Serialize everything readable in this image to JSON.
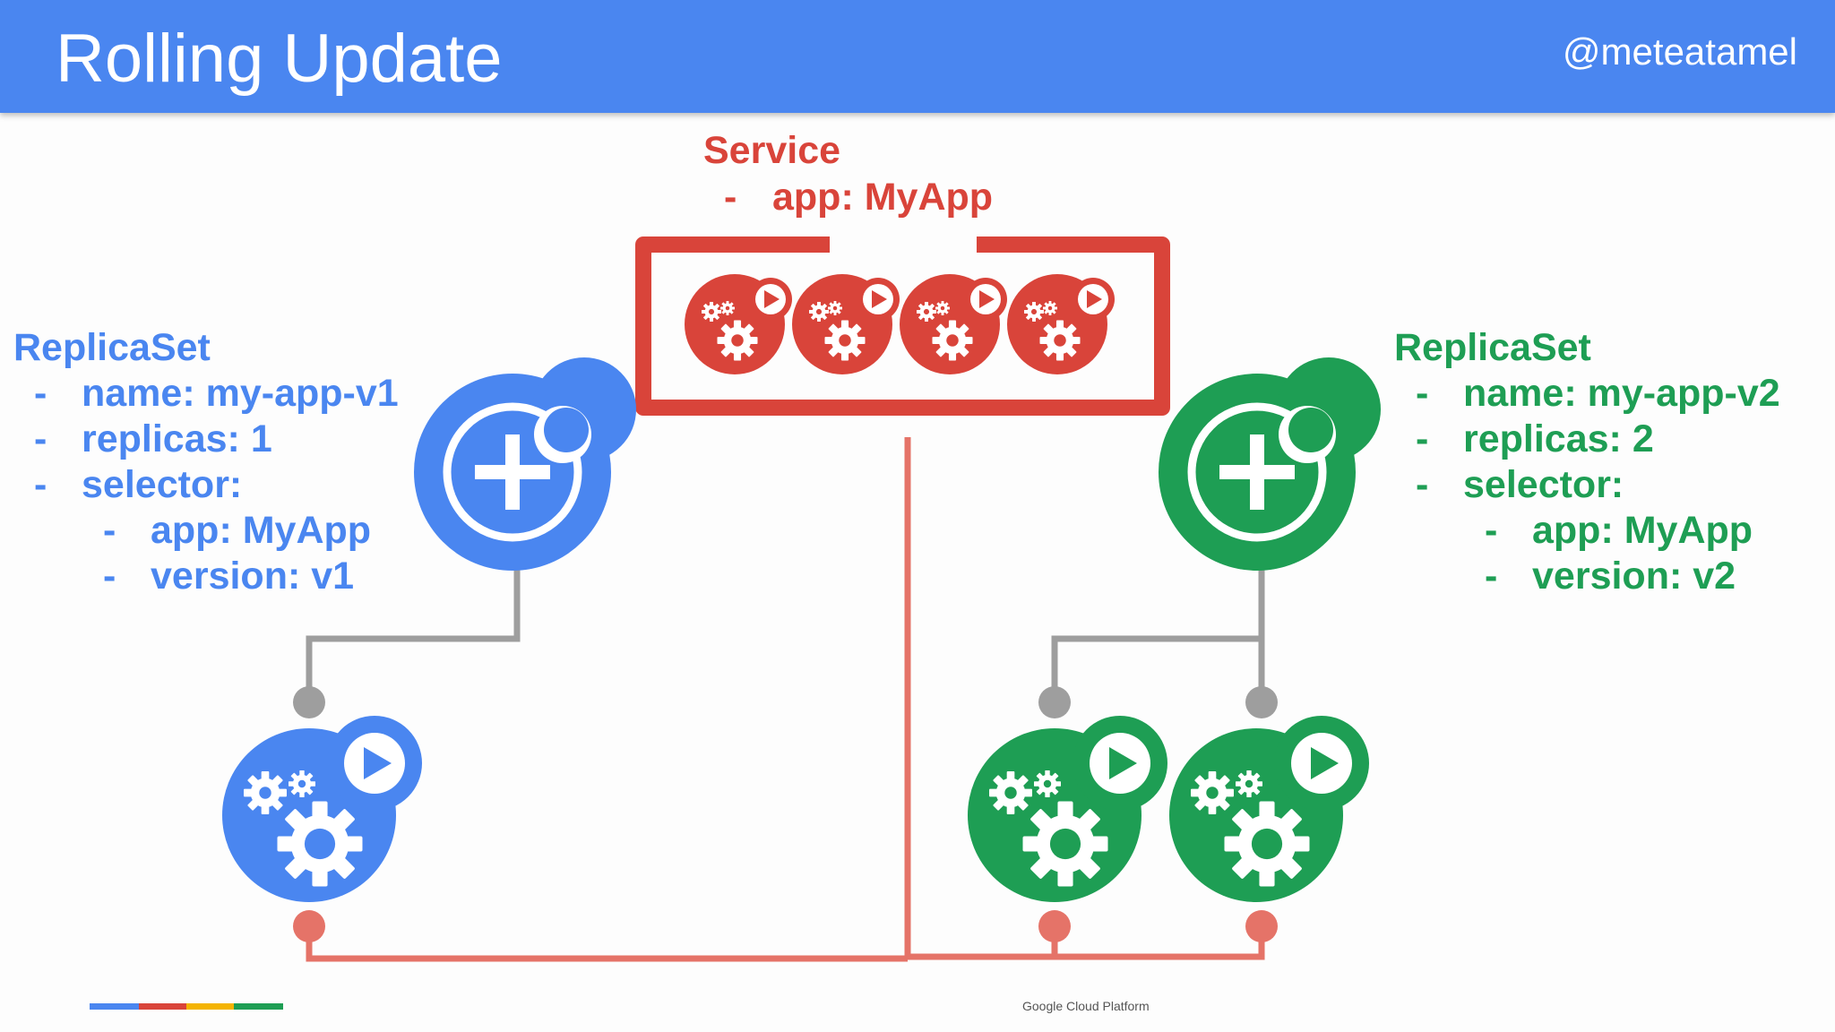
{
  "header": {
    "title": "Rolling Update",
    "handle": "@meteatamel"
  },
  "service": {
    "heading": "Service",
    "selector_line": "app: MyApp",
    "dash": "-"
  },
  "replicaset_v1": {
    "heading": "ReplicaSet",
    "lines": [
      {
        "dash": "-",
        "text": "name: my-app-v1"
      },
      {
        "dash": "-",
        "text": "replicas: 1"
      },
      {
        "dash": "-",
        "text": "selector:"
      },
      {
        "dash": "-",
        "text": "app: MyApp"
      },
      {
        "dash": "-",
        "text": "version: v1"
      }
    ]
  },
  "replicaset_v2": {
    "heading": "ReplicaSet",
    "lines": [
      {
        "dash": "-",
        "text": "name: my-app-v2"
      },
      {
        "dash": "-",
        "text": "replicas: 2"
      },
      {
        "dash": "-",
        "text": "selector:"
      },
      {
        "dash": "-",
        "text": "app: MyApp"
      },
      {
        "dash": "-",
        "text": "version: v2"
      }
    ]
  },
  "footer": {
    "brand": "Google Cloud Platform"
  },
  "colors": {
    "header": "#4a86f0",
    "v1": "#4a86f0",
    "v2": "#1e9e54",
    "service": "#d9443a",
    "connector_gray": "#9e9e9e",
    "connector_salmon": "#e57368",
    "bar": [
      "#4a86f0",
      "#d9443a",
      "#f4b400",
      "#1e9e54"
    ]
  },
  "icons": {
    "replicaset": "replicaset-plus-icon",
    "pod": "pod-gears-play-icon"
  }
}
